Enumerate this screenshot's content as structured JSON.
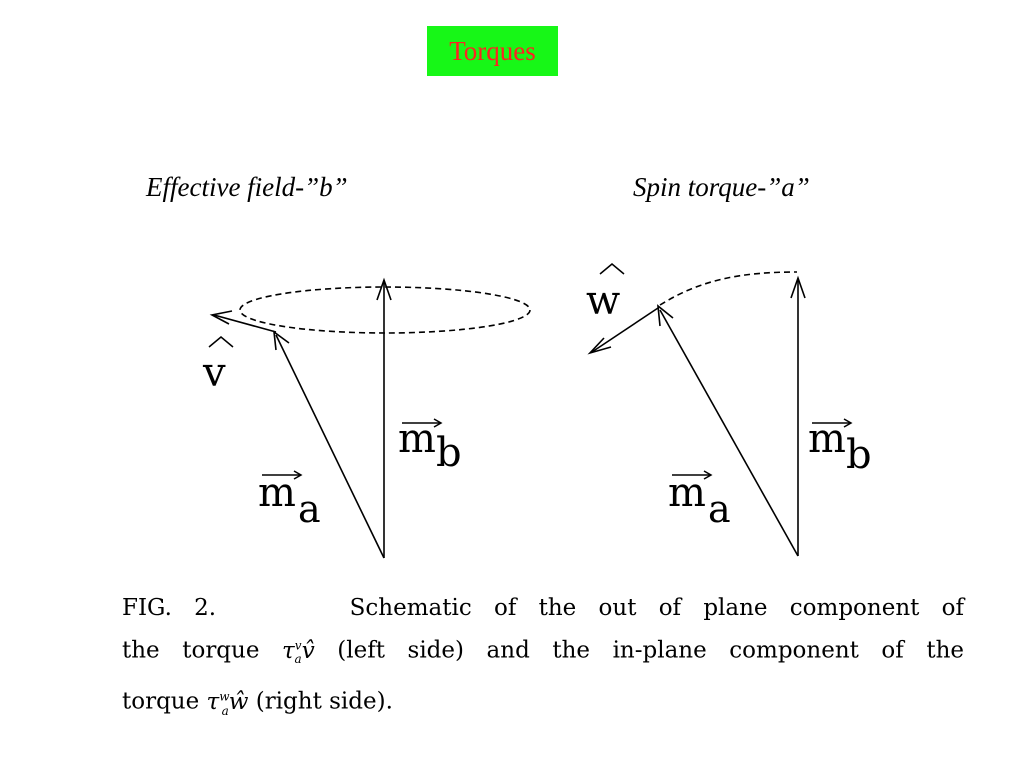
{
  "slide": {
    "title": "Torques",
    "title_bg": "#17f717",
    "title_color": "#ff2222",
    "left_heading": "Effective field-”b”",
    "right_heading": "Spin torque-”a”"
  },
  "diagram": {
    "left": {
      "label_ma": "m",
      "label_ma_sub": "a",
      "label_mb": "m",
      "label_mb_sub": "b",
      "label_unit": "v"
    },
    "right": {
      "label_ma": "m",
      "label_ma_sub": "a",
      "label_mb": "m",
      "label_mb_sub": "b",
      "label_unit": "w"
    }
  },
  "caption": {
    "fig": "FIG. 2.",
    "line1_rest": "Schematic of the out of plane component of",
    "line2_a": "the torque",
    "line2_b": "(left side) and the in-plane component of the",
    "line3_a": "torque",
    "line3_b": "(right side).",
    "tau": "τ",
    "sup_v": "v",
    "sup_w": "w",
    "sub_a": "a",
    "hat_v": "v̂",
    "hat_w": "ŵ"
  }
}
